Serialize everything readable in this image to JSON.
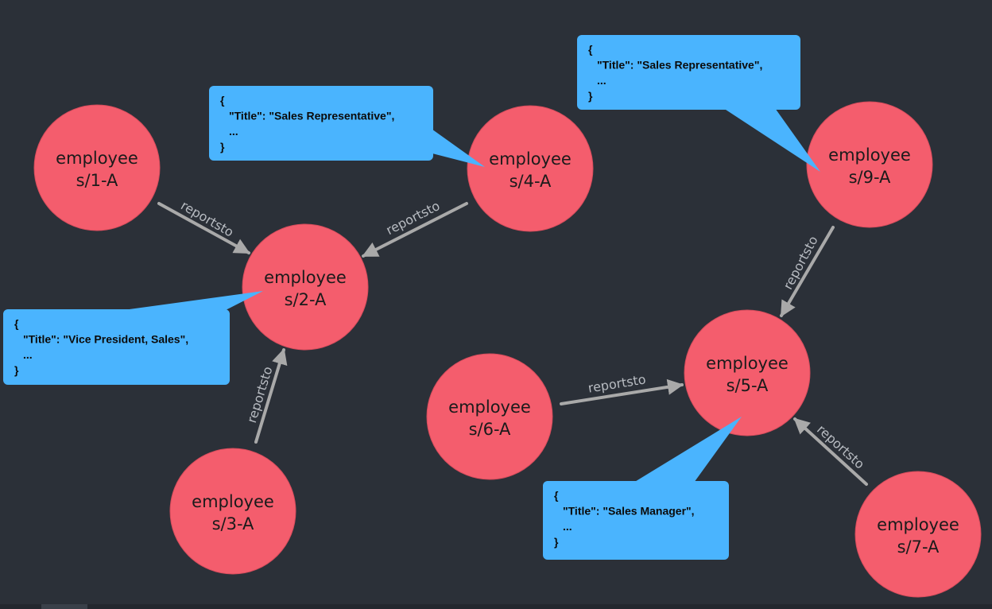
{
  "colors": {
    "background": "#2b3038",
    "node_fill": "#f45d6d",
    "node_stroke": "#d64c5c",
    "bubble_fill": "#4ab4fe",
    "edge_color": "#a9a9a9",
    "edge_label": "#b8bcc2"
  },
  "nodes": [
    {
      "id": "employees/1-A",
      "line1": "employee",
      "line2": "s/1-A"
    },
    {
      "id": "employees/2-A",
      "line1": "employee",
      "line2": "s/2-A"
    },
    {
      "id": "employees/3-A",
      "line1": "employee",
      "line2": "s/3-A"
    },
    {
      "id": "employees/4-A",
      "line1": "employee",
      "line2": "s/4-A"
    },
    {
      "id": "employees/5-A",
      "line1": "employee",
      "line2": "s/5-A"
    },
    {
      "id": "employees/6-A",
      "line1": "employee",
      "line2": "s/6-A"
    },
    {
      "id": "employees/7-A",
      "line1": "employee",
      "line2": "s/7-A"
    },
    {
      "id": "employees/9-A",
      "line1": "employee",
      "line2": "s/9-A"
    }
  ],
  "edges": [
    {
      "from": "employees/1-A",
      "to": "employees/2-A",
      "label": "reportsto"
    },
    {
      "from": "employees/4-A",
      "to": "employees/2-A",
      "label": "reportsto"
    },
    {
      "from": "employees/3-A",
      "to": "employees/2-A",
      "label": "reportsto"
    },
    {
      "from": "employees/9-A",
      "to": "employees/5-A",
      "label": "reportsto"
    },
    {
      "from": "employees/6-A",
      "to": "employees/5-A",
      "label": "reportsto"
    },
    {
      "from": "employees/7-A",
      "to": "employees/5-A",
      "label": "reportsto"
    }
  ],
  "callouts": [
    {
      "node": "employees/4-A",
      "lines": [
        "{",
        "\"Title\": \"Sales Representative\",",
        "...",
        "}"
      ]
    },
    {
      "node": "employees/9-A",
      "lines": [
        "{",
        "\"Title\": \"Sales Representative\",",
        "...",
        "}"
      ]
    },
    {
      "node": "employees/2-A",
      "lines": [
        "{",
        "\"Title\": \"Vice President, Sales\",",
        "...",
        "}"
      ]
    },
    {
      "node": "employees/5-A",
      "lines": [
        "{",
        "\"Title\": \"Sales Manager\",",
        "...",
        "}"
      ]
    }
  ]
}
